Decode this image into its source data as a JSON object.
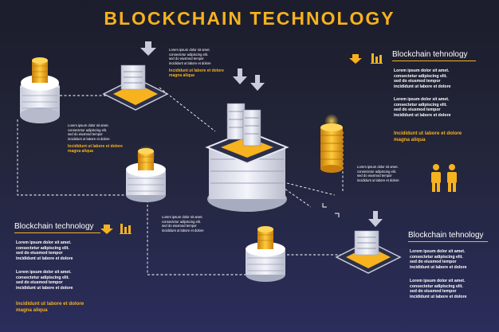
{
  "title": "BLOCKCHAIN TECHNOLOGY",
  "right_top": {
    "heading": "Blockchain tehnology",
    "lines": [
      "Lorem ipsum dolor sit amet.",
      "consectetur adipiscing elit.",
      "sed do eiusmod tempor",
      "incididunt ut labore et dolore"
    ],
    "lines2": [
      "Lorem ipsum dolor sit amet.",
      "consectetur adipiscing elit.",
      "sed do eiusmod tempor",
      "incididunt ut labore et dolore"
    ],
    "highlight": [
      "Incididunt ut labore et dolore",
      "magna aliqua"
    ]
  },
  "left_bottom": {
    "heading": "Blockchain technology",
    "lines": [
      "Lorem ipsum dolor sit amet.",
      "consectetur adipiscing elit.",
      "sed do eiusmod tempor",
      "incididunt ut labore et dolore"
    ],
    "lines2": [
      "Lorem ipsum dolor sit amet.",
      "consectetur adipiscing elit.",
      "sed do eiusmod tempor",
      "incididunt ut labore et dolore"
    ],
    "highlight": [
      "Incididunt ut labore et dolore",
      "magna aliqua"
    ]
  },
  "right_bottom": {
    "heading": "Blockchain tehnology",
    "lines": [
      "Lorem ipsum dolor sit amet.",
      "consectetur adipiscing elit.",
      "sed do eiusmod tempor",
      "incididunt ut labore et dolore"
    ],
    "lines2": [
      "Lorem ipsum dolor sit amet.",
      "consectetur adipiscing elit.",
      "sed do eiusmod tempor",
      "incididunt ut labore et dolore"
    ]
  },
  "node_texts": {
    "top_center": {
      "lines": [
        "Lorem ipsum dolor sit amet.",
        "consectetur adipiscing elit.",
        "sed do eiusmod tempor",
        "incididunt ut labore et dolore"
      ],
      "highlight": [
        "Incididunt ut labore et dolore",
        "magna aliqua"
      ]
    },
    "mid_left": {
      "lines": [
        "Lorem ipsum dolor sit amet.",
        "consectetur adipiscing elit.",
        "sed do eiusmod tempor",
        "incididunt ut labore et dolore"
      ],
      "highlight": [
        "Incididunt ut labore et dolore",
        "magna aliqua"
      ]
    },
    "mid_right": {
      "lines": [
        "Lorem ipsum dolor sit amet.",
        "consectetur adipiscing elit.",
        "sed do eiusmod tempor",
        "incididunt ut labore et dolore"
      ]
    },
    "bottom_center": {
      "lines": [
        "Lorem ipsum dolor sit amet.",
        "consectetur adipiscing elit.",
        "sed do eiusmod tempor",
        "incididunt ut labore et dolore"
      ]
    }
  },
  "colors": {
    "accent": "#f6b21f",
    "server": "#e6e8f2",
    "background": "#1b1d2c"
  }
}
